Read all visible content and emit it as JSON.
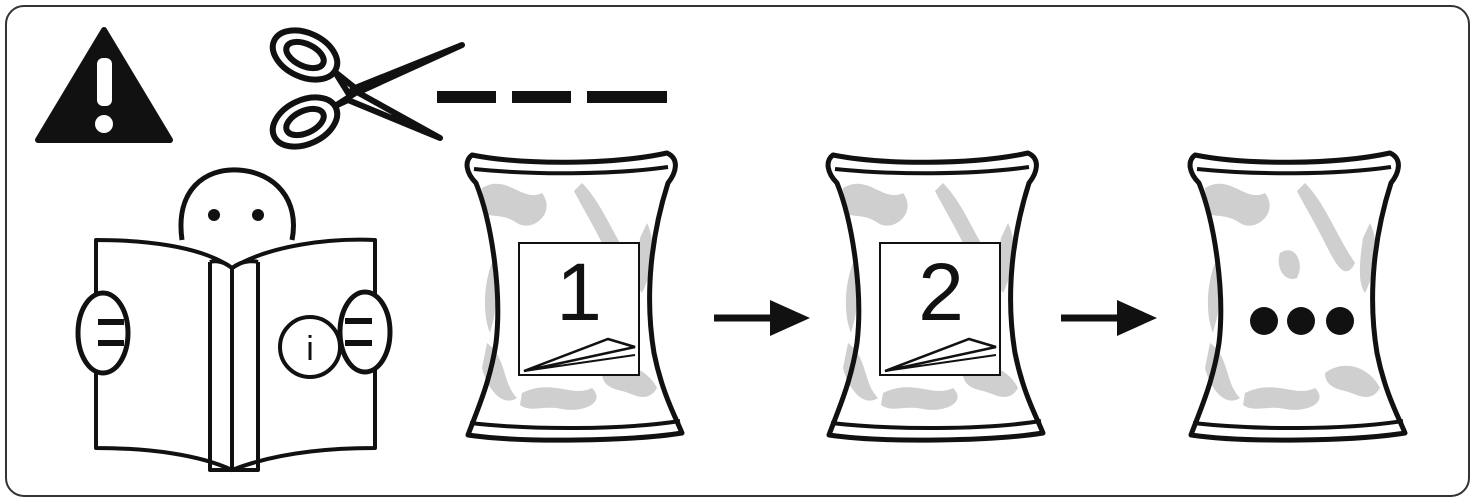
{
  "steps": [
    {
      "label": "1"
    },
    {
      "label": "2"
    },
    {
      "label": "…"
    }
  ],
  "info_letter": "i",
  "icons": {
    "warning": "warning-triangle-icon",
    "scissors": "scissors-icon",
    "reader": "person-reading-manual-icon",
    "arrow": "arrow-right-icon",
    "bag": "sealed-bag-icon",
    "ellipsis": "ellipsis-dots-icon"
  },
  "colors": {
    "ink": "#111111",
    "crease": "#cfcfcf",
    "background": "#ffffff"
  }
}
